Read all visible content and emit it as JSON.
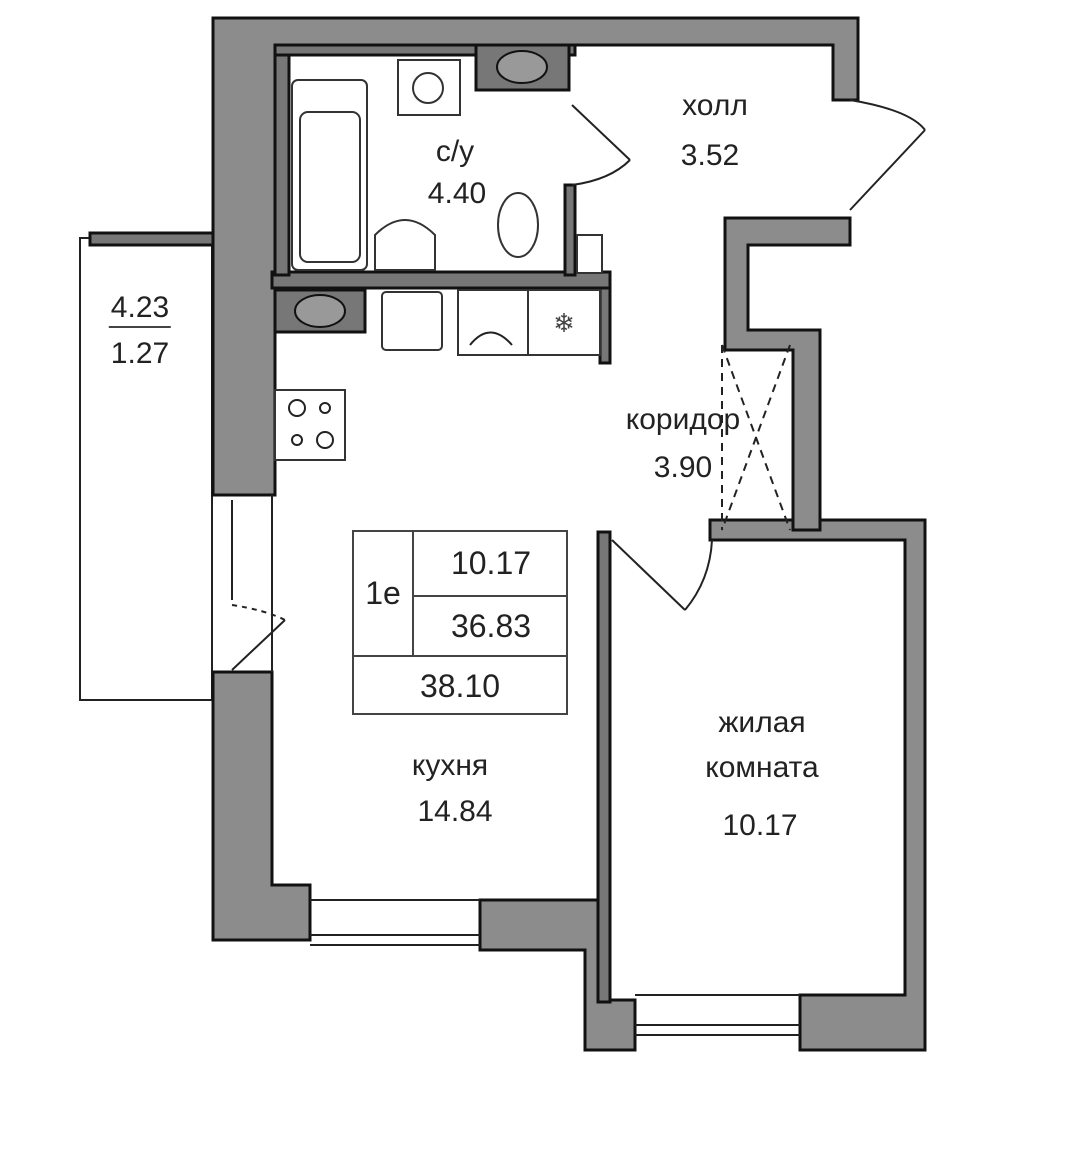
{
  "rooms": {
    "bathroom": {
      "label": "с/у",
      "area": "4.40"
    },
    "hall": {
      "label": "холл",
      "area": "3.52"
    },
    "corridor": {
      "label": "коридор",
      "area": "3.90"
    },
    "kitchen": {
      "label": "кухня",
      "area": "14.84"
    },
    "living_room": {
      "label_line1": "жилая",
      "label_line2": "комната",
      "area": "10.17"
    }
  },
  "balcony": {
    "area_top": "4.23",
    "area_bottom": "1.27"
  },
  "summary_table": {
    "type": "1е",
    "living_area": "10.17",
    "total_area": "36.83",
    "total_with_balcony": "38.10"
  }
}
